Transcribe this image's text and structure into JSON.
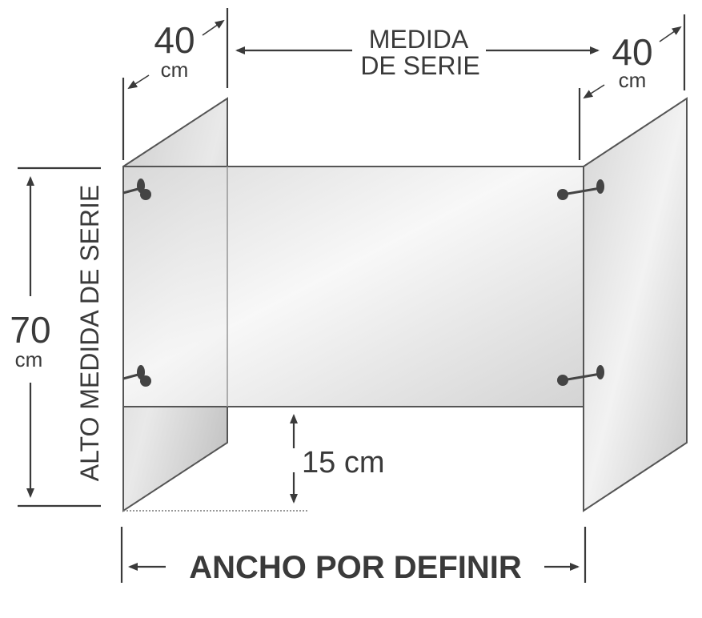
{
  "labels": {
    "left_depth_value": "40",
    "left_depth_unit": "cm",
    "right_depth_value": "40",
    "right_depth_unit": "cm",
    "top_width_line1": "MEDIDA",
    "top_width_line2": "DE SERIE",
    "height_value": "70",
    "height_unit": "cm",
    "height_vertical_label": "ALTO MEDIDA DE SERIE",
    "gap_label": "15 cm",
    "bottom_width_label": "ANCHO POR DEFINIR"
  }
}
